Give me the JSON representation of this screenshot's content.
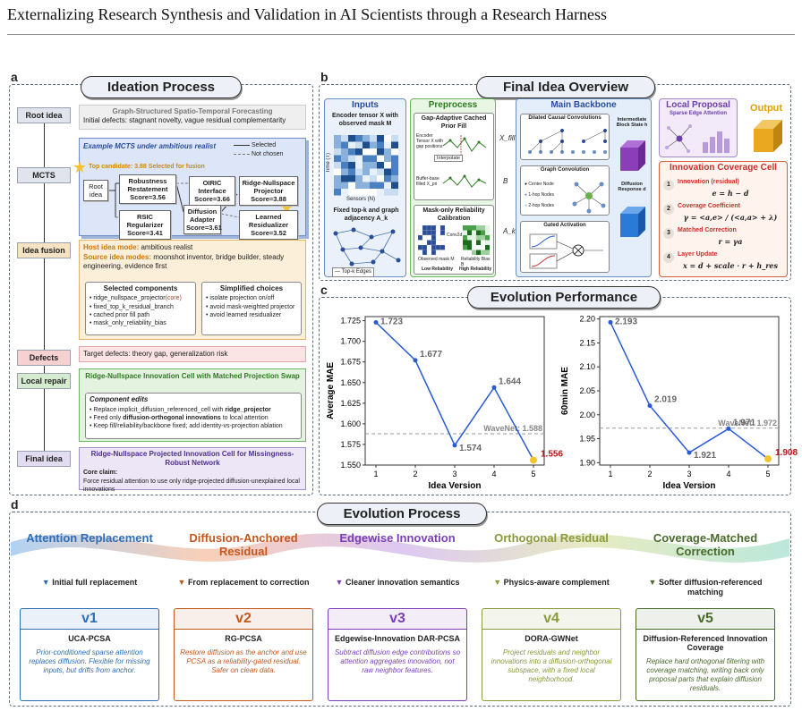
{
  "page_title": "Externalizing Research Synthesis and Validation in AI Scientists through a Research Harness",
  "panel_a": {
    "letter": "a",
    "title": "Ideation Process",
    "stages": {
      "root": "Root idea",
      "mcts": "MCTS",
      "fusion": "Idea fusion",
      "defects": "Defects",
      "repair": "Local repair",
      "final": "Final idea"
    },
    "root_box": {
      "title": "Graph-Structured Spatio-Temporal Forecasting",
      "text": "Initial defects: stagnant novelty, vague residual complementarity"
    },
    "mcts_box": {
      "title": "Example MCTS under ambitious realist",
      "legend_selected": "Selected",
      "legend_not_chosen": "Not chosen",
      "top_candidate": "Top candidate: 3.88  Selected for fusion",
      "nodes": {
        "root": "Root idea",
        "robustness": "Robustness Restatement",
        "robustness_score": "Score=3.56",
        "oiric": "OIRIC Interface",
        "oiric_score": "Score=3.66",
        "ridge": "Ridge-Nullspace Projector",
        "ridge_score": "Score=3.88",
        "rsic": "RSIC Regularizer",
        "rsic_score": "Score=3.41",
        "diffusion": "Diffusion Adapter",
        "diffusion_score": "Score=3.61",
        "learned": "Learned Residualizer",
        "learned_score": "Score=3.52"
      }
    },
    "fusion_box": {
      "host_label": "Host idea mode:",
      "host_value": "ambitious realist",
      "source_label": "Source idea modes:",
      "source_value": "moonshot inventor, bridge builder, steady engineering, evidence first",
      "selected_title": "Selected components",
      "selected_items": [
        "ridge_nullspace_projector",
        "fixed_top_k_residual_branch",
        "cached prior fill path",
        "mask_only_reliability_bias"
      ],
      "core_tag": "(core)",
      "simplified_title": "Simplified choices",
      "simplified_items": [
        "isolate projection on/off",
        "avoid mask-weighted projector",
        "avoid learned residualizer"
      ]
    },
    "defects_box": {
      "text": "Target defects: theory gap, generalization risk"
    },
    "repair_box": {
      "title": "Ridge-Nullspace Innovation Cell with Matched Projection Swap",
      "edits_title": "Component edits",
      "edit1_a": "Replace implicit_diffusion_referenced_cell with ",
      "edit1_b": "ridge_projector",
      "edit2_a": "Feed only ",
      "edit2_b": "diffusion-orthogonal innovations",
      "edit2_c": " to local attention",
      "edit3": "Keep fill/reliability/backbone fixed; add identity-vs-projection ablation"
    },
    "final_box": {
      "title": "Ridge-Nullspace Projected Innovation Cell for Missingness-Robust Network",
      "claim_label": "Core claim:",
      "claim_text": "Force residual attention to use only ridge-projected diffusion-unexplained local innovations"
    }
  },
  "panel_b": {
    "letter": "b",
    "title": "Final Idea Overview",
    "inputs_title": "Inputs",
    "encoder_label": "Encoder tensor X with observed mask M",
    "time_axis": "Time (T)",
    "sensor_axis": "Sensors (N)",
    "graph_label": "Fixed top-k and graph adjacency A_k",
    "topk_legend": "Top-k Edges",
    "preprocess_title": "Preprocess",
    "gap_title": "Gap-Adaptive Cached Prior Fill",
    "enc_gap": "Encoder Tensor X with gap positions",
    "interp": "Interpolate",
    "buffer": "Buffer-base filled X_pri",
    "mask_title": "Mask-only Reliability Calibration",
    "observed_mask": "Observed mask M",
    "reliability": "Reliability Bias B",
    "conv2d": "Conv2d",
    "low_rel": "Low Reliability",
    "high_rel": "High Reliability",
    "x_fill": "X_fill",
    "b_label": "B",
    "a_label": "A_k",
    "backbone_title": "Main Backbone",
    "dilated": "Dilated Causal Convolutions",
    "graph_conv": "Graph Convolution",
    "center_node": "Center Node",
    "hop1": "1-hop Nodes",
    "hop2": "2-hop Nodes",
    "gated": "Gated Activation",
    "intermediate": "Intermediate Block State h",
    "diffusion_resp": "Diffusion Response d",
    "local_title": "Local Proposal",
    "sparse_attn": "Sparse Edge Attention",
    "output": "Output",
    "icc_title": "Innovation Coverage Cell",
    "steps": [
      {
        "n": "1",
        "name": "Innovation (residual)",
        "eq": "e = h − d"
      },
      {
        "n": "2",
        "name": "Coverage Coefficient",
        "eq": "γ = <a,e> / (<a,a> + λ)"
      },
      {
        "n": "3",
        "name": "Matched Correction",
        "eq": "r = γa"
      },
      {
        "n": "4",
        "name": "Layer Update",
        "eq": "x = d + scale · r + h_res"
      }
    ]
  },
  "panel_c": {
    "letter": "c",
    "title": "Evolution Performance"
  },
  "chart_data": [
    {
      "type": "line",
      "x": [
        1,
        2,
        3,
        4,
        5
      ],
      "values": [
        1.723,
        1.677,
        1.574,
        1.644,
        1.556
      ],
      "labels": [
        "1.723",
        "1.677",
        "1.574",
        "1.644",
        "1.556"
      ],
      "xlabel": "Idea Version",
      "ylabel": "Average MAE",
      "ylim": [
        1.55,
        1.73
      ],
      "yticks": [
        "1.725",
        "1.700",
        "1.675",
        "1.650",
        "1.625",
        "1.600",
        "1.575",
        "1.550"
      ],
      "yticks_v": [
        1.725,
        1.7,
        1.675,
        1.65,
        1.625,
        1.6,
        1.575,
        1.55
      ],
      "baseline": 1.588,
      "baseline_label": "WaveNet: 1.588",
      "color": "#2a5bd7",
      "best_color": "#b8161b"
    },
    {
      "type": "line",
      "x": [
        1,
        2,
        3,
        4,
        5
      ],
      "values": [
        2.193,
        2.019,
        1.921,
        1.971,
        1.908
      ],
      "labels": [
        "2.193",
        "2.019",
        "1.921",
        "1.971",
        "1.908"
      ],
      "xlabel": "Idea Version",
      "ylabel": "60min MAE",
      "ylim": [
        1.895,
        2.205
      ],
      "yticks": [
        "2.20",
        "2.15",
        "2.10",
        "2.05",
        "2.00",
        "1.95",
        "1.90"
      ],
      "yticks_v": [
        2.2,
        2.15,
        2.1,
        2.05,
        2.0,
        1.95,
        1.9
      ],
      "baseline": 1.972,
      "baseline_label": "WaveNet: 1.972",
      "color": "#2a5bd7",
      "best_color": "#b8161b"
    }
  ],
  "panel_d": {
    "letter": "d",
    "title": "Evolution Process",
    "stages": [
      {
        "name": "Attention Replacement",
        "note": "Initial full replacement",
        "v": "v1",
        "vname": "UCA-PCSA",
        "desc": "Prior-conditioned sparse attention replaces diffusion. Flexible for missing inputs, but drifts from anchor.",
        "color": "#2f6db5"
      },
      {
        "name": "Diffusion-Anchored Residual",
        "note": "From replacement to correction",
        "v": "v2",
        "vname": "RG-PCSA",
        "desc": "Restore diffusion as the anchor and use PCSA as a reliability-gated residual. Safer on clean data.",
        "color": "#c4581c"
      },
      {
        "name": "Edgewise Innovation",
        "note": "Cleaner innovation semantics",
        "v": "v3",
        "vname": "Edgewise-Innovation DAR-PCSA",
        "desc": "Subtract diffusion edge contributions so attention aggregates innovation, not raw neighbor features.",
        "color": "#7b3fb8"
      },
      {
        "name": "Orthogonal Residual",
        "note": "Physics-aware complement",
        "v": "v4",
        "vname": "DORA-GWNet",
        "desc": "Project residuals and neighbor innovations into a diffusion-orthogonal subspace, with a fixed local neighborhood.",
        "color": "#8a9a3a"
      },
      {
        "name": "Coverage-Matched Correction",
        "note": "Softer diffusion-referenced matching",
        "v": "v5",
        "vname": "Diffusion-Referenced Innovation Coverage",
        "desc": "Replace hard orthogonal filtering with coverage matching, writing back only proposal parts that explain diffusion residuals.",
        "color": "#4a6a2c"
      }
    ]
  }
}
